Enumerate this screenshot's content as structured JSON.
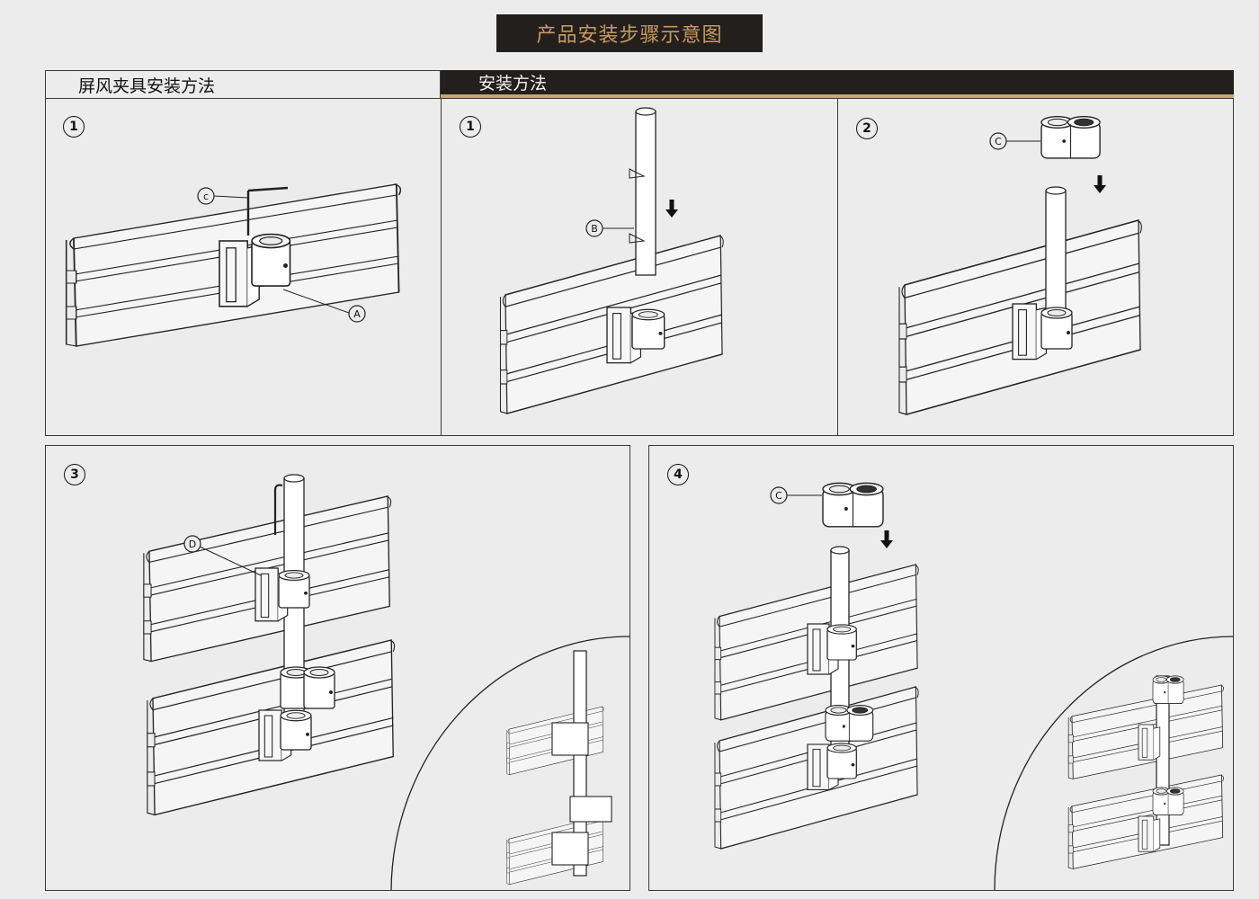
{
  "page": {
    "title": "产品安装步骤示意图"
  },
  "headers": {
    "left": "屏风夹具安装方法",
    "right": "安装方法"
  },
  "panels": {
    "p1": {
      "step": "1",
      "labels": {
        "c": "c",
        "a": "A"
      }
    },
    "p2": {
      "step": "1",
      "labels": {
        "b": "B"
      }
    },
    "p3": {
      "step": "2",
      "labels": {
        "c": "C"
      }
    },
    "p4": {
      "step": "3",
      "labels": {
        "d": "D"
      }
    },
    "p5": {
      "step": "4",
      "labels": {
        "c": "C"
      }
    }
  },
  "icons": [
    "down-arrow-icon",
    "circled-number-icon"
  ],
  "colors": {
    "title_bg": "#231f1c",
    "title_text": "#c79a63",
    "accent_line": "#c9a777",
    "line": "#222222",
    "bg": "#ececec"
  }
}
